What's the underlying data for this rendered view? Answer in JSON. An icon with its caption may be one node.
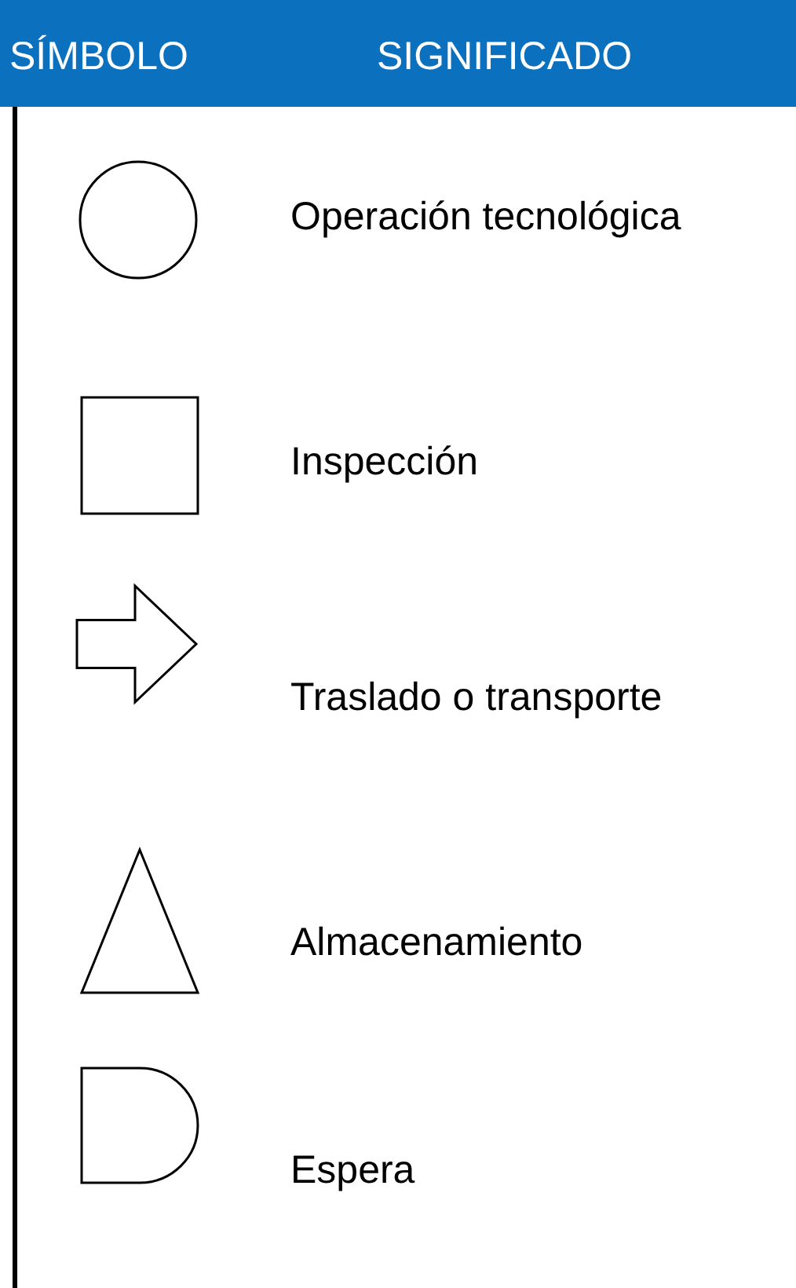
{
  "diagram": {
    "labels": [
      "SÍMBOLO",
      "SIGNIFICADO"
    ],
    "nodes": [
      {
        "text": [],
        "shape": "circle",
        "beside": [
          "Operación tecnológica"
        ]
      },
      {
        "text": [],
        "shape": "box",
        "beside": [
          "Inspección"
        ]
      },
      {
        "text": [],
        "shape": "arrow",
        "beside": [
          "Traslado o transporte"
        ]
      },
      {
        "text": [],
        "shape": "triangle",
        "beside": [
          "Almacenamiento"
        ]
      },
      {
        "text": [],
        "shape": "delay",
        "beside": [
          "Espera"
        ]
      }
    ]
  }
}
